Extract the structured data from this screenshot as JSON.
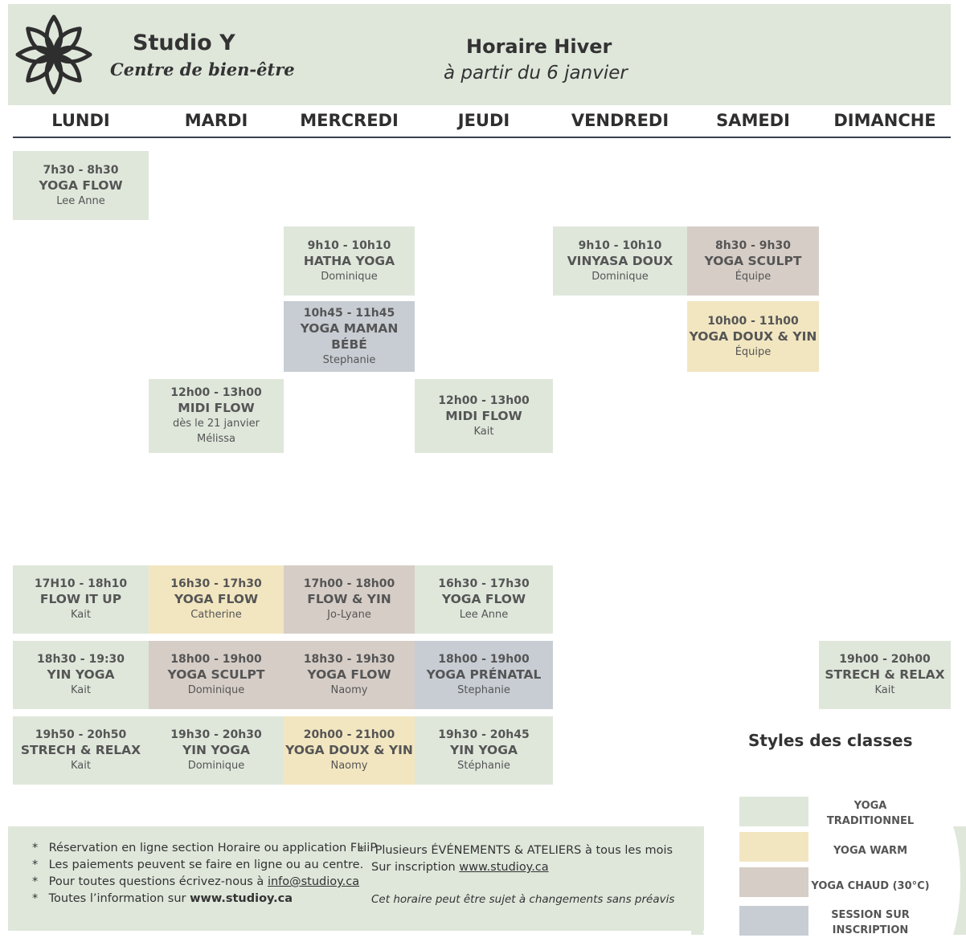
{
  "header": {
    "studio_name": "Studio Y",
    "studio_tagline": "Centre de bien-être",
    "schedule_title": "Horaire Hiver",
    "schedule_subtitle": "à partir du 6 janvier",
    "logo_icon": "lotus-flower-icon"
  },
  "days": [
    "LUNDI",
    "MARDI",
    "MERCREDI",
    "JEUDI",
    "VENDREDI",
    "SAMEDI",
    "DIMANCHE"
  ],
  "classes": [
    {
      "day": "LUNDI",
      "time": "7h30 - 8h30",
      "name": "YOGA FLOW",
      "info": [
        "Lee Anne"
      ],
      "style": "green"
    },
    {
      "day": "MERCREDI",
      "time": "9h10 - 10h10",
      "name": "HATHA YOGA",
      "info": [
        "Dominique"
      ],
      "style": "green"
    },
    {
      "day": "VENDREDI",
      "time": "9h10 - 10h10",
      "name": "VINYASA DOUX",
      "info": [
        "Dominique"
      ],
      "style": "green"
    },
    {
      "day": "SAMEDI",
      "time": "8h30  - 9h30",
      "name": "YOGA SCULPT",
      "info": [
        "Équipe"
      ],
      "style": "mauve"
    },
    {
      "day": "MERCREDI",
      "time": "10h45 - 11h45",
      "name": "YOGA MAMAN BÉBÉ",
      "info": [
        "Stephanie"
      ],
      "style": "blue"
    },
    {
      "day": "SAMEDI",
      "time": "10h00 - 11h00",
      "name": "YOGA DOUX & YIN",
      "info": [
        "Équipe"
      ],
      "style": "yellow"
    },
    {
      "day": "MARDI",
      "time": "12h00 - 13h00",
      "name": "MIDI FLOW",
      "info": [
        "dès le 21 janvier",
        "Mélissa"
      ],
      "style": "green"
    },
    {
      "day": "JEUDI",
      "time": "12h00 - 13h00",
      "name": "MIDI FLOW",
      "info": [
        "Kait"
      ],
      "style": "green"
    },
    {
      "day": "LUNDI",
      "time": "17H10 - 18h10",
      "name": "FLOW IT UP",
      "info": [
        "Kait"
      ],
      "style": "green"
    },
    {
      "day": "MARDI",
      "time": "16h30 - 17h30",
      "name": "YOGA FLOW",
      "info": [
        "Catherine"
      ],
      "style": "yellow"
    },
    {
      "day": "MERCREDI",
      "time": "17h00 - 18h00",
      "name": "FLOW & YIN",
      "info": [
        "Jo-Lyane"
      ],
      "style": "mauve"
    },
    {
      "day": "JEUDI",
      "time": "16h30 - 17h30",
      "name": "YOGA FLOW",
      "info": [
        "Lee Anne"
      ],
      "style": "green"
    },
    {
      "day": "LUNDI",
      "time": "18h30 - 19:30",
      "name": "YIN YOGA",
      "info": [
        "Kait"
      ],
      "style": "green"
    },
    {
      "day": "MARDI",
      "time": "18h00 - 19h00",
      "name": "YOGA SCULPT",
      "info": [
        "Dominique"
      ],
      "style": "mauve"
    },
    {
      "day": "MERCREDI",
      "time": "18h30 - 19h30",
      "name": "YOGA FLOW",
      "info": [
        "Naomy"
      ],
      "style": "mauve"
    },
    {
      "day": "JEUDI",
      "time": "18h00 - 19h00",
      "name": "YOGA PRÉNATAL",
      "info": [
        "Stephanie"
      ],
      "style": "blue"
    },
    {
      "day": "DIMANCHE",
      "time": "19h00 - 20h00",
      "name": "STRECH & RELAX",
      "info": [
        "Kait"
      ],
      "style": "green"
    },
    {
      "day": "LUNDI",
      "time": "19h50 - 20h50",
      "name": "STRECH & RELAX",
      "info": [
        "Kait"
      ],
      "style": "green"
    },
    {
      "day": "MARDI",
      "time": "19h30 - 20h30",
      "name": "YIN YOGA",
      "info": [
        "Dominique"
      ],
      "style": "green"
    },
    {
      "day": "MERCREDI",
      "time": "20h00 - 21h00",
      "name": "YOGA DOUX & YIN",
      "info": [
        "Naomy"
      ],
      "style": "yellow"
    },
    {
      "day": "JEUDI",
      "time": "19h30 - 20h45",
      "name": "YIN YOGA",
      "info": [
        "Stéphanie"
      ],
      "style": "green"
    }
  ],
  "legend": {
    "title": "Styles des classes",
    "items": [
      {
        "label_lines": [
          "YOGA",
          "TRADITIONNEL"
        ],
        "color": "#dfe7db"
      },
      {
        "label_lines": [
          "YOGA WARM"
        ],
        "color": "#f2e6c1"
      },
      {
        "label_lines": [
          "YOGA CHAUD (30°C)"
        ],
        "color": "#d6cdc7"
      },
      {
        "label_lines": [
          "SESSION SUR",
          "INSCRIPTION"
        ],
        "color": "#c8cdd4"
      }
    ]
  },
  "footer": {
    "left_notes": [
      {
        "text": "Réservation en ligne section Horaire ou application FLiiP"
      },
      {
        "text": "Les paiements peuvent se faire en ligne ou au centre."
      },
      {
        "text": "Pour toutes questions écrivez-nous à ",
        "link": "info@studioy.ca"
      },
      {
        "text": "Toutes l’information sur ",
        "bold": "www.studioy.ca"
      }
    ],
    "right_note_line1": "Plusieurs ÉVÉNEMENTS & ATELIERS à tous les mois",
    "right_note_line2_prefix": "Sur inscription ",
    "right_note_line2_link": "www.studioy.ca",
    "disclaimer": "Cet horaire peut être sujet à changements sans préavis"
  }
}
